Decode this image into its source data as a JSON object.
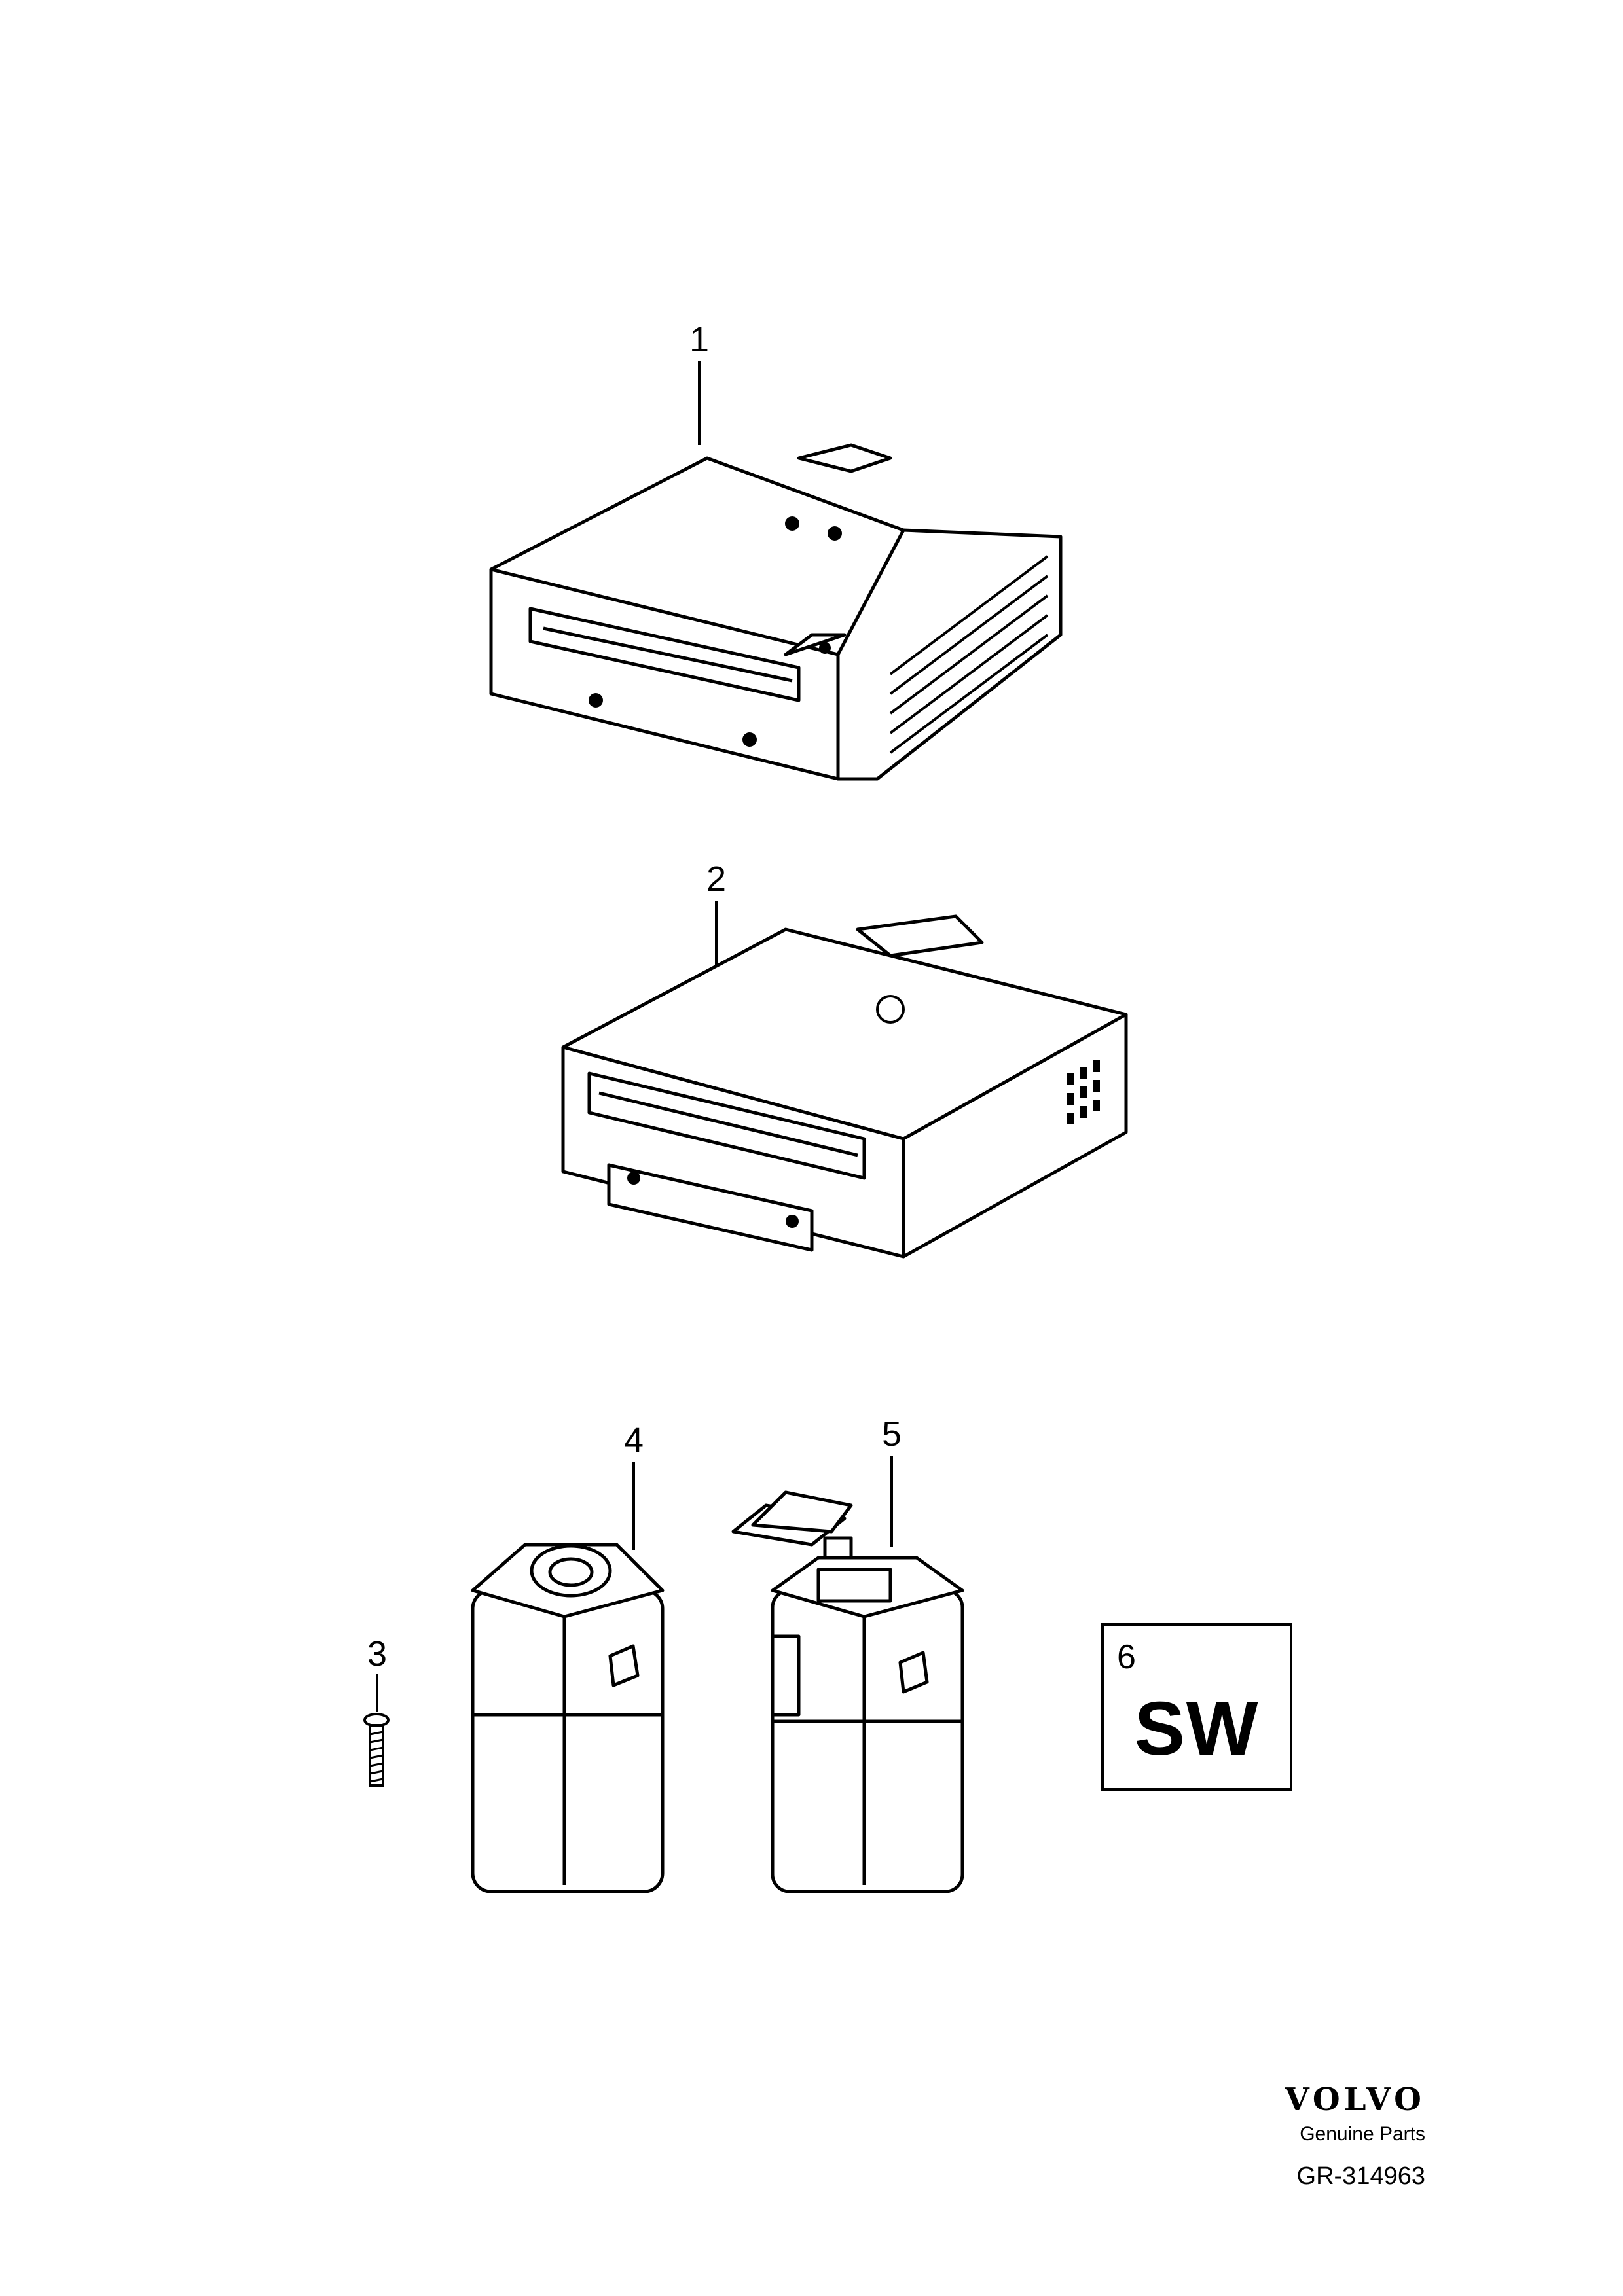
{
  "callouts": {
    "c1": "1",
    "c2": "2",
    "c3": "3",
    "c4": "4",
    "c5": "5"
  },
  "sw_box": {
    "number": "6",
    "text": "SW"
  },
  "footer": {
    "brand": "VOLVO",
    "subtitle": "Genuine Parts",
    "code": "GR-314963"
  },
  "icons": {
    "part1": "cd-changer-unit-icon",
    "part2": "radio-unit-icon",
    "part3": "screw-icon",
    "part4": "relay-module-icon",
    "part5": "relay-module-with-connector-icon"
  }
}
